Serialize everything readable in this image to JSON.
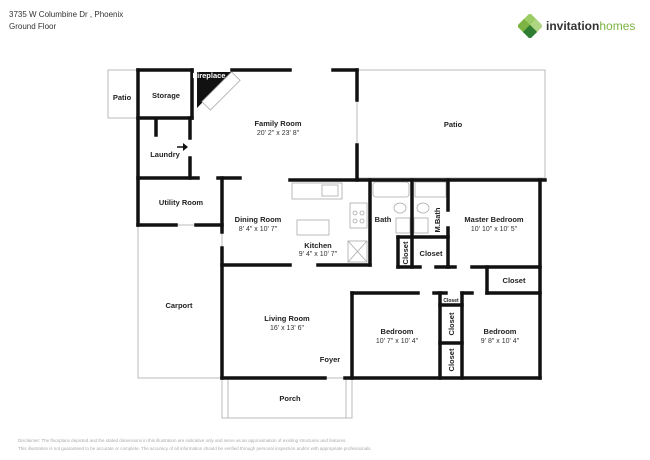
{
  "header": {
    "address": "3735 W Columbine Dr , Phoenix",
    "floor": "Ground Floor"
  },
  "logo": {
    "part1": "invitation",
    "part2": "homes",
    "brand_color": "#7cb342"
  },
  "rooms": {
    "patio_left": {
      "name": "Patio"
    },
    "storage": {
      "name": "Storage"
    },
    "fireplace": {
      "name": "Fireplace"
    },
    "family": {
      "name": "Family Room",
      "dims": "20' 2\" x 23' 8\""
    },
    "patio": {
      "name": "Patio"
    },
    "laundry": {
      "name": "Laundry"
    },
    "utility": {
      "name": "Utility Room"
    },
    "dining": {
      "name": "Dining Room",
      "dims": "8' 4\" x 10' 7\""
    },
    "kitchen": {
      "name": "Kitchen",
      "dims": "9' 4\" x 10' 7\""
    },
    "bath": {
      "name": "Bath"
    },
    "mbath": {
      "name": "M.Bath"
    },
    "master": {
      "name": "Master Bedroom",
      "dims": "10' 10\" x 10' 5\""
    },
    "closet_hall": {
      "name": "Closet"
    },
    "closet_mb": {
      "name": "Closet"
    },
    "closet_right": {
      "name": "Closet"
    },
    "carport": {
      "name": "Carport"
    },
    "living": {
      "name": "Living Room",
      "dims": "16' x 13' 6\""
    },
    "foyer": {
      "name": "Foyer"
    },
    "bedroom1": {
      "name": "Bedroom",
      "dims": "10' 7\" x 10' 4\""
    },
    "closet_small": {
      "name": "Closet"
    },
    "closet_mid": {
      "name": "Closet"
    },
    "closet_low": {
      "name": "Closet"
    },
    "bedroom2": {
      "name": "Bedroom",
      "dims": "9' 8\" x 10' 4\""
    },
    "porch": {
      "name": "Porch"
    }
  },
  "disclaimer": {
    "line1": "Disclaimer: The floorplans depicted and the stated dimensions in this illustration are indicative only and serve as an approximation of existing structures and features.",
    "line2": "This illustration is not guaranteed to be accurate or complete. The accuracy of all information should be verified through personal inspection and/or with appropriate professionals."
  }
}
